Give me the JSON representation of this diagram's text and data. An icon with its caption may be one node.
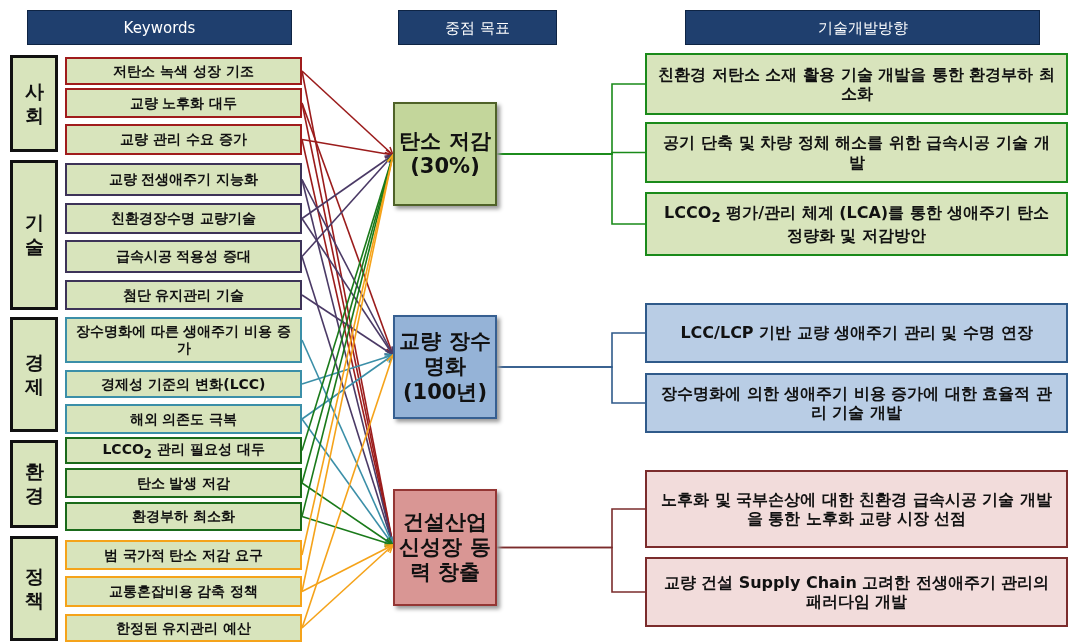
{
  "diagram": {
    "nodes": [
      {
        "text": [
          "Keywords"
        ]
      },
      {
        "text": [
          "중점 목표"
        ]
      },
      {
        "text": [
          "기술개발방향"
        ]
      },
      {
        "text": [
          "사회"
        ]
      },
      {
        "text": [
          "기술"
        ]
      },
      {
        "text": [
          "경제"
        ]
      },
      {
        "text": [
          "환경"
        ]
      },
      {
        "text": [
          "정책"
        ]
      },
      {
        "text": [
          "저탄소 녹색 성장 기조"
        ]
      },
      {
        "text": [
          "교량 노후화 대두"
        ]
      },
      {
        "text": [
          "교량 관리 수요 증가"
        ]
      },
      {
        "text": [
          "교량 전생애주기 지능화"
        ]
      },
      {
        "text": [
          "친환경장수명 교량기술"
        ]
      },
      {
        "text": [
          "급속시공 적용성 증대"
        ]
      },
      {
        "text": [
          "첨단 유지관리 기술"
        ]
      },
      {
        "text": [
          "장수명화에 따른 생애주기 비용 증가"
        ]
      },
      {
        "text": [
          "경제성 기준의 변화(LCC)"
        ]
      },
      {
        "text": [
          "해외 의존도 극복"
        ]
      },
      {
        "text": [
          "LCCO$_{2}$ 관리 필요성 대두"
        ]
      },
      {
        "text": [
          "탄소 발생 저감"
        ]
      },
      {
        "text": [
          "환경부하 최소화"
        ]
      },
      {
        "text": [
          "범 국가적 탄소 저감 요구"
        ]
      },
      {
        "text": [
          "교통혼잡비용 감축 정책"
        ]
      },
      {
        "text": [
          "한정된 유지관리 예산"
        ]
      },
      {
        "text": [
          "탄소 저감 (30%)"
        ]
      },
      {
        "text": [
          "교량 장수명화 (100년)"
        ]
      },
      {
        "text": [
          "건설산업 신성장 동력 창출"
        ]
      },
      {
        "text": [
          "친환경 저탄소 소재 활용 기술 개발을 통한 환경부하 최소화"
        ]
      },
      {
        "text": [
          "공기 단축 및 차량 정체 해소를 위한 급속시공 기술 개발"
        ]
      },
      {
        "text": [
          "LCCO$_{2}$ 평가/관리 체계 (LCA)를 통한 생애주기 탄소 정량화 및 저감방안"
        ]
      },
      {
        "text": [
          "LCC/LCP 기반 교량 생애주기 관리 및 수명 연장"
        ]
      },
      {
        "text": [
          "장수명화에 의한 생애주기 비용 증가에 대한 효율적 관리 기술 개발"
        ]
      },
      {
        "text": [
          "노후화 및 국부손상에 대한 친환경 급속시공 기술 개발을 통한 노후화 교량 시장 선점"
        ]
      },
      {
        "text": [
          "교량 건설 Supply Chain 고려한 전생애주기 관리의 패러다임 개발"
        ]
      }
    ],
    "edges": [
      {
        "from": 8,
        "to": 24,
        "arrow": "to",
        "color": "#9b1c1c"
      },
      {
        "from": 8,
        "to": 26,
        "arrow": "to",
        "color": "#9b1c1c"
      },
      {
        "from": 9,
        "to": 25,
        "arrow": "to",
        "color": "#9b1c1c"
      },
      {
        "from": 9,
        "to": 26,
        "arrow": "to",
        "color": "#9b1c1c"
      },
      {
        "from": 10,
        "to": 24,
        "arrow": "to",
        "color": "#9b1c1c"
      },
      {
        "from": 10,
        "to": 26,
        "arrow": "to",
        "color": "#9b1c1c"
      },
      {
        "from": 11,
        "to": 25,
        "arrow": "to",
        "color": "#4b3a66"
      },
      {
        "from": 11,
        "to": 26,
        "arrow": "to",
        "color": "#4b3a66"
      },
      {
        "from": 12,
        "to": 24,
        "arrow": "to",
        "color": "#4b3a66"
      },
      {
        "from": 12,
        "to": 25,
        "arrow": "to",
        "color": "#4b3a66"
      },
      {
        "from": 13,
        "to": 24,
        "arrow": "to",
        "color": "#4b3a66"
      },
      {
        "from": 13,
        "to": 26,
        "arrow": "to",
        "color": "#4b3a66"
      },
      {
        "from": 14,
        "to": 25,
        "arrow": "to",
        "color": "#4b3a66"
      },
      {
        "from": 15,
        "to": 26,
        "arrow": "to",
        "color": "#3b8fa8"
      },
      {
        "from": 16,
        "to": 25,
        "arrow": "to",
        "color": "#3b8fa8"
      },
      {
        "from": 17,
        "to": 25,
        "arrow": "to",
        "color": "#3b8fa8"
      },
      {
        "from": 17,
        "to": 26,
        "arrow": "to",
        "color": "#3b8fa8"
      },
      {
        "from": 18,
        "to": 24,
        "arrow": "to",
        "color": "#1a7a1a"
      },
      {
        "from": 19,
        "to": 24,
        "arrow": "to",
        "color": "#1a7a1a"
      },
      {
        "from": 19,
        "to": 26,
        "arrow": "to",
        "color": "#1a7a1a"
      },
      {
        "from": 20,
        "to": 24,
        "arrow": "to",
        "color": "#1a7a1a"
      },
      {
        "from": 20,
        "to": 26,
        "arrow": "to",
        "color": "#1a7a1a"
      },
      {
        "from": 21,
        "to": 24,
        "arrow": "to",
        "color": "#f5a31a"
      },
      {
        "from": 22,
        "to": 24,
        "arrow": "to",
        "color": "#f5a31a"
      },
      {
        "from": 22,
        "to": 26,
        "arrow": "to",
        "color": "#f5a31a"
      },
      {
        "from": 23,
        "to": 25,
        "arrow": "to",
        "color": "#f5a31a"
      },
      {
        "from": 23,
        "to": 26,
        "arrow": "to",
        "color": "#f5a31a"
      },
      {
        "from": 24,
        "to": 27,
        "arrow": "none",
        "color": "#1a8a1a"
      },
      {
        "from": 24,
        "to": 28,
        "arrow": "none",
        "color": "#1a8a1a"
      },
      {
        "from": 24,
        "to": 29,
        "arrow": "none",
        "color": "#1a8a1a"
      },
      {
        "from": 25,
        "to": 30,
        "arrow": "none",
        "color": "#2f5a8a"
      },
      {
        "from": 25,
        "to": 31,
        "arrow": "none",
        "color": "#2f5a8a"
      },
      {
        "from": 26,
        "to": 32,
        "arrow": "none",
        "color": "#7b2c2c"
      },
      {
        "from": 26,
        "to": 33,
        "arrow": "none",
        "color": "#7b2c2c"
      }
    ]
  }
}
